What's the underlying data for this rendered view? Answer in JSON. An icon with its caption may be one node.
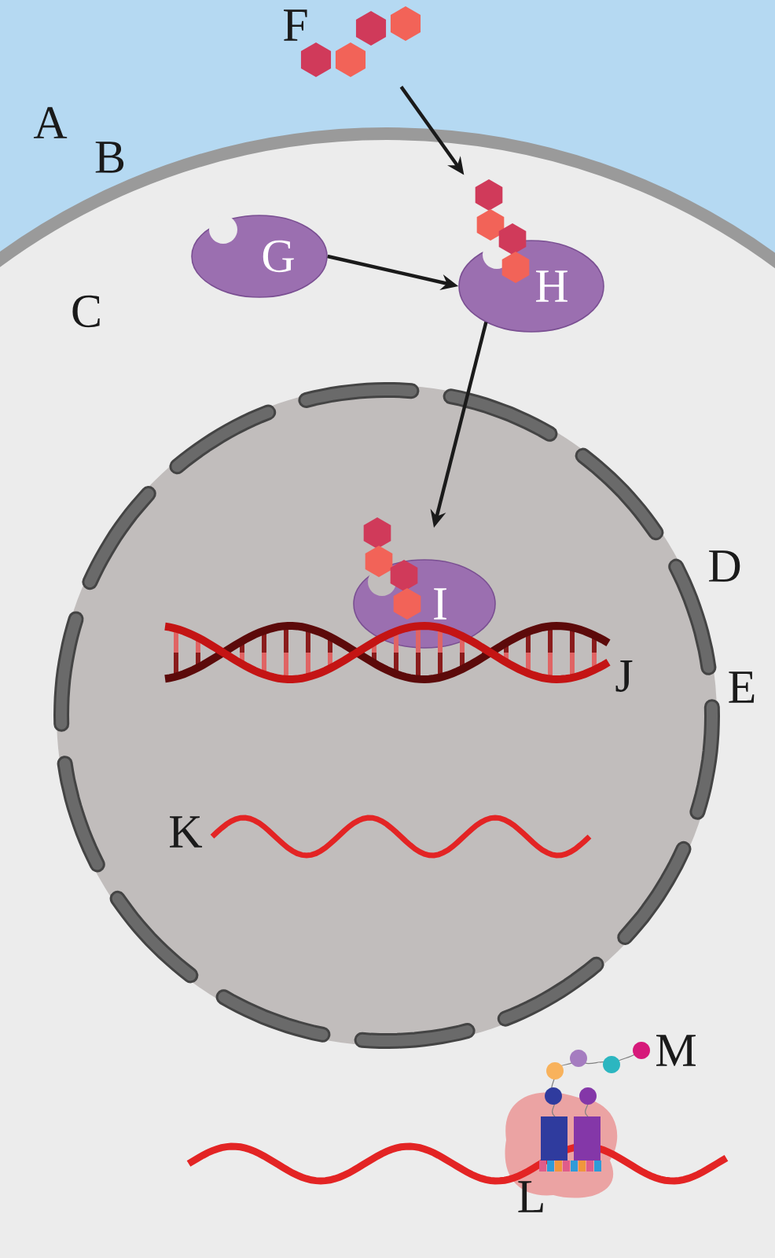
{
  "diagram": {
    "nodes": [
      {
        "text": [
          "F"
        ]
      },
      {
        "text": [
          "G"
        ]
      },
      {
        "text": [
          "H"
        ]
      },
      {
        "text": [
          "I"
        ]
      }
    ],
    "edges": [
      {
        "from": 0,
        "to": 2,
        "arrow": "to"
      },
      {
        "from": 1,
        "to": 2,
        "arrow": "to"
      },
      {
        "from": 2,
        "to": 3,
        "arrow": "to"
      }
    ],
    "labels": [
      "A",
      "B",
      "C",
      "D",
      "E",
      "J",
      "K",
      "L",
      "M"
    ]
  }
}
